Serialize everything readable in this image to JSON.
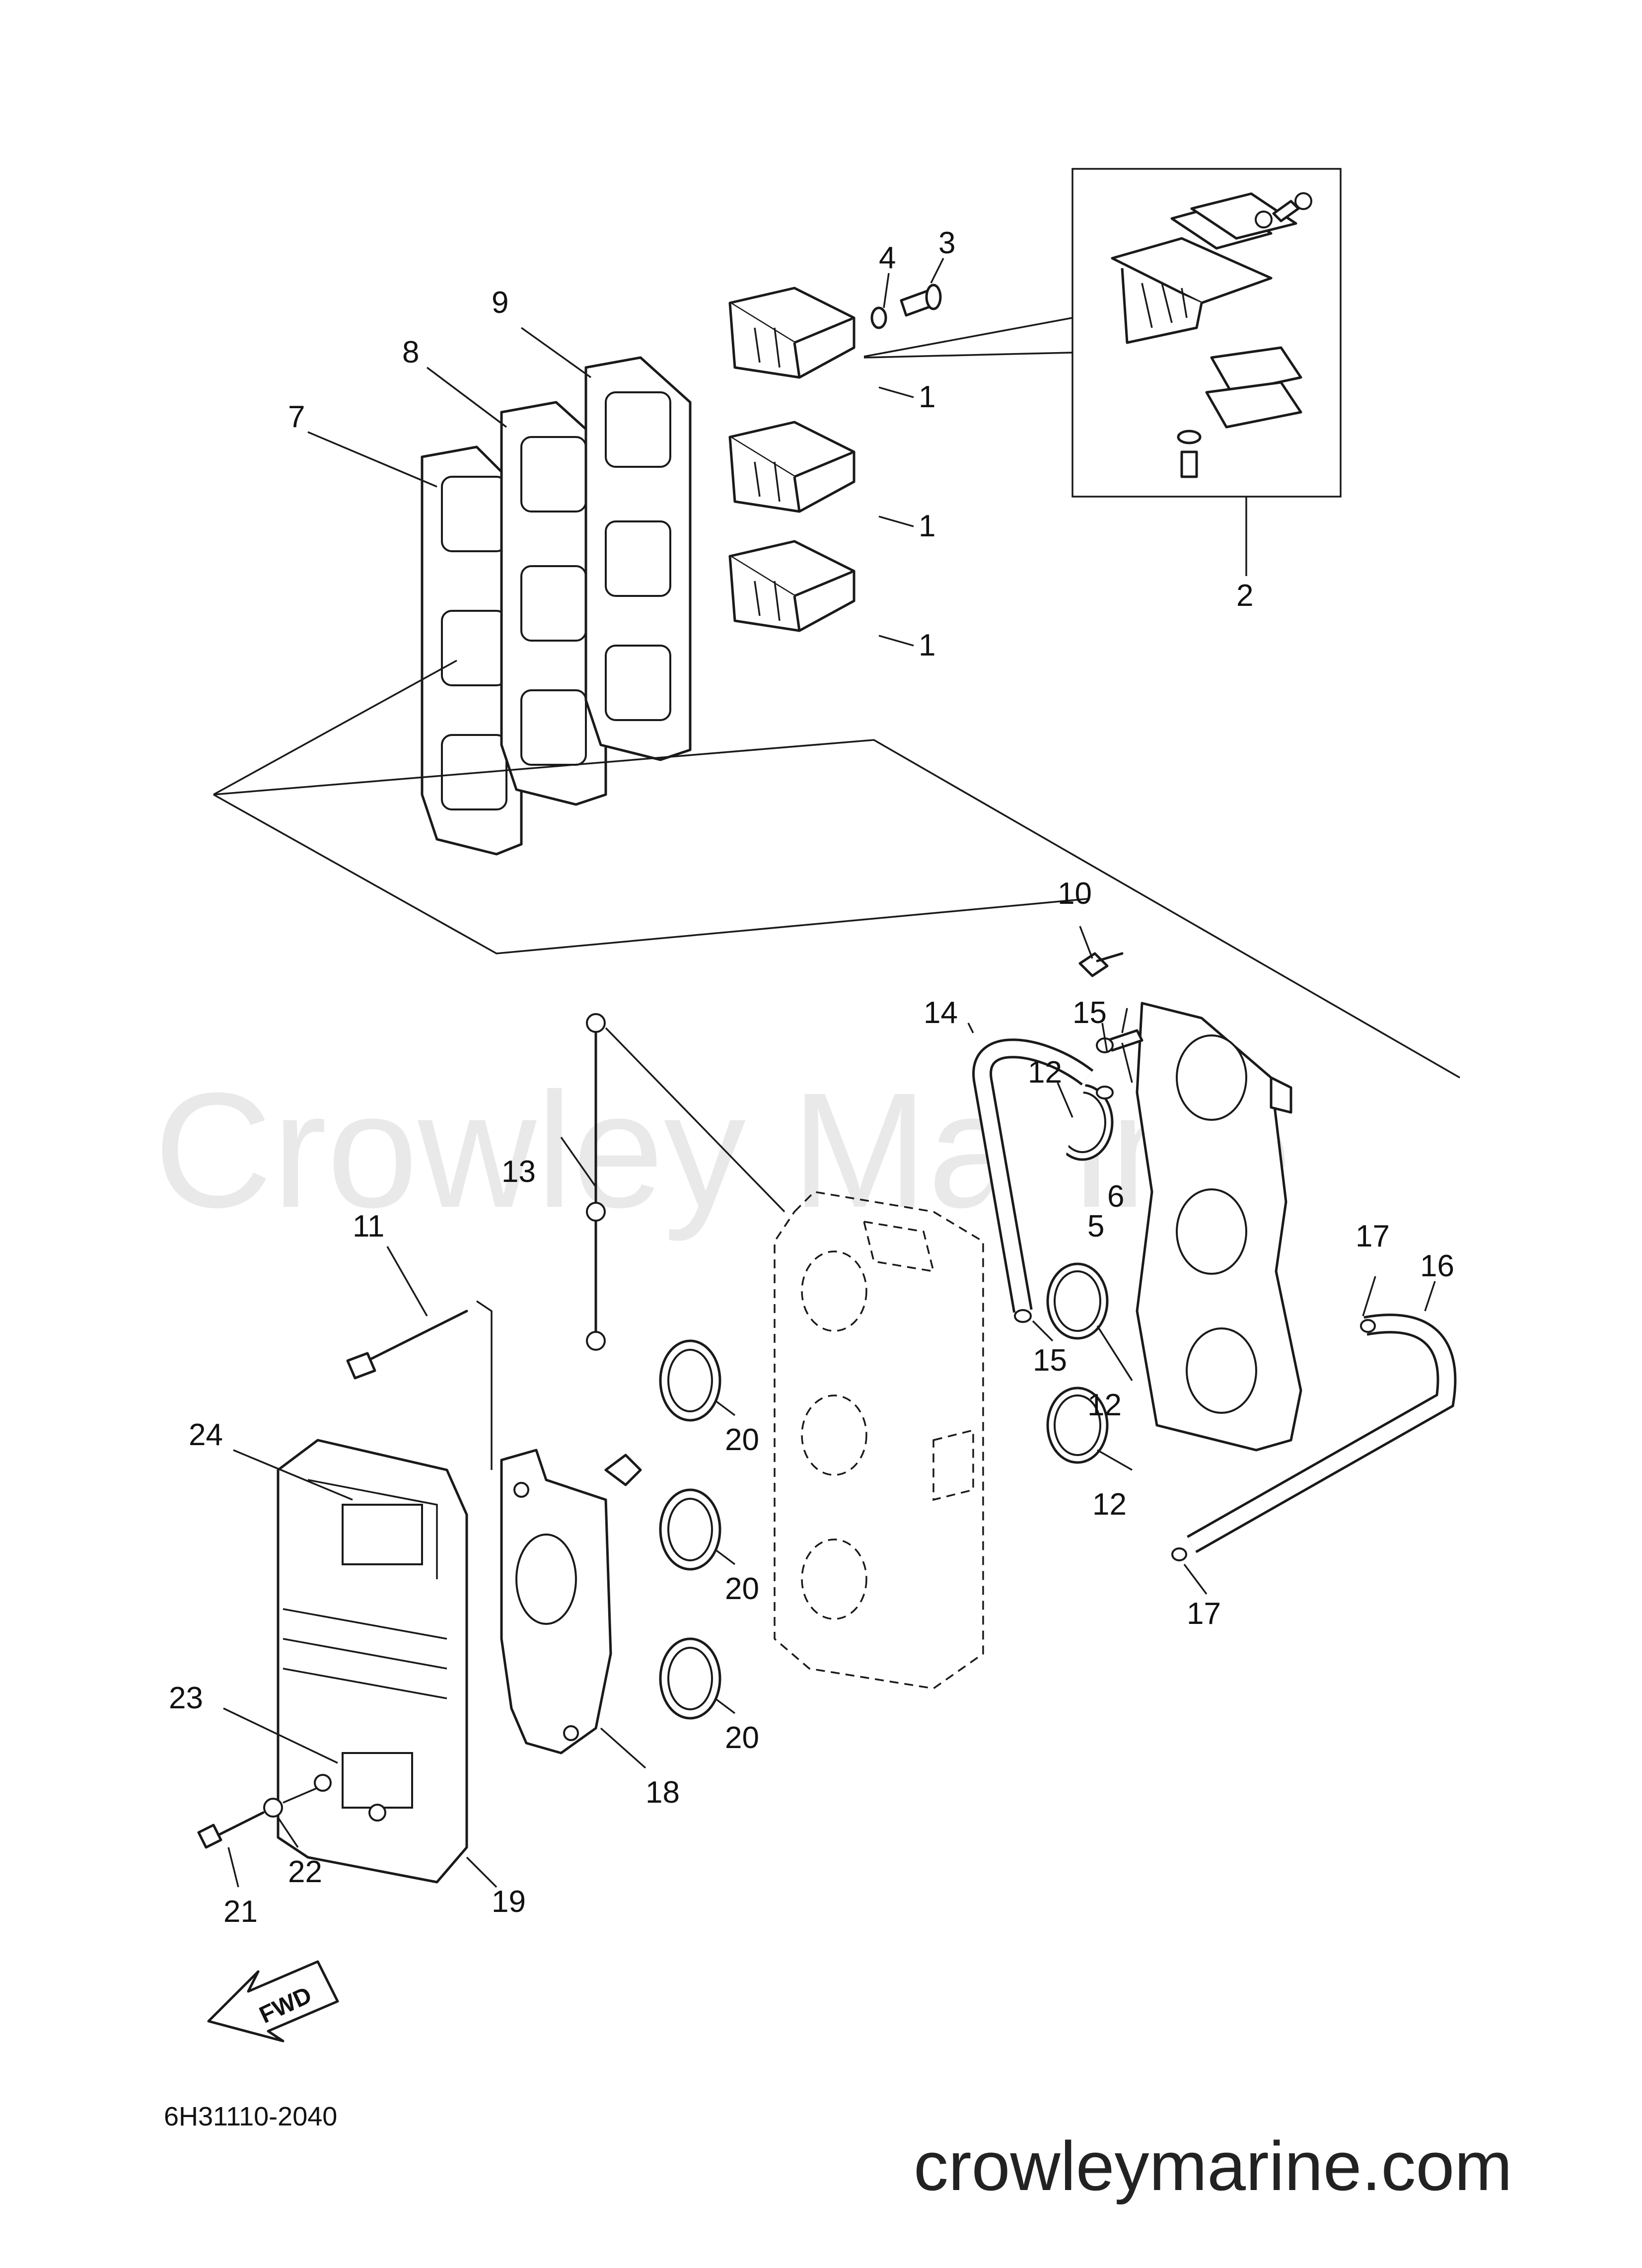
{
  "diagram": {
    "watermark": "Crowley Marine",
    "site": "crowleymarine.com",
    "drawing_code": "6H31110-2040",
    "fwd_label": "FWD",
    "callouts": [
      "1",
      "1",
      "1",
      "2",
      "3",
      "4",
      "5",
      "6",
      "7",
      "8",
      "9",
      "10",
      "11",
      "12",
      "12",
      "12",
      "13",
      "14",
      "15",
      "15",
      "16",
      "17",
      "17",
      "18",
      "19",
      "20",
      "20",
      "20",
      "21",
      "22",
      "23",
      "24"
    ]
  }
}
